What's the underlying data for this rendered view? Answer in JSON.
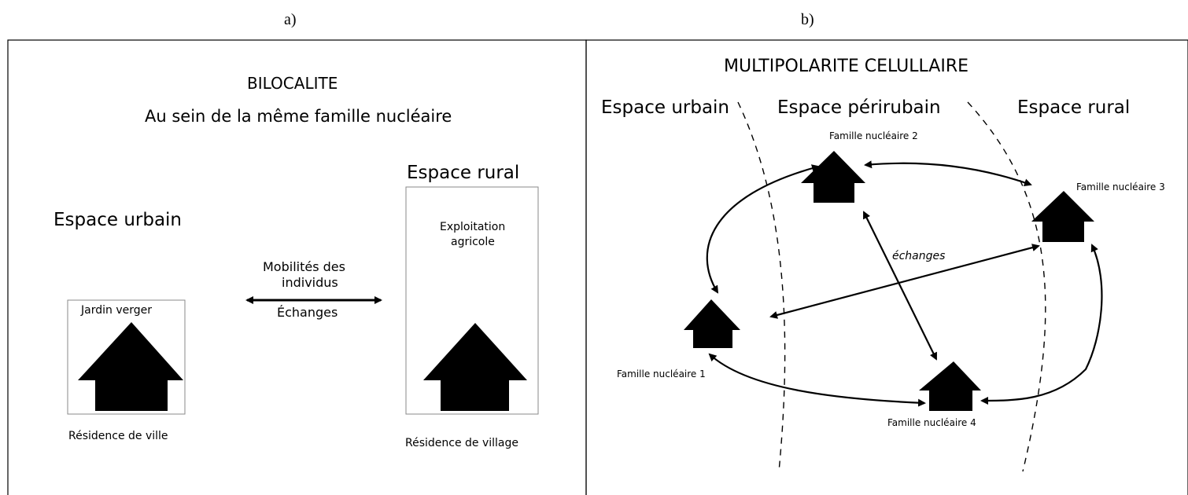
{
  "figure": {
    "label_a": "a)",
    "label_b": "b)"
  },
  "panel_a": {
    "title": "BILOCALITE",
    "subtitle": "Au sein de la même famille nucléaire",
    "urban_heading": "Espace urbain",
    "rural_heading": "Espace rural",
    "urban_box_label": "Jardin verger",
    "rural_box_label_line1": "Exploitation",
    "rural_box_label_line2": "agricole",
    "arrow_label_line1": "Mobilités des",
    "arrow_label_line2": "individus",
    "arrow_label_line3": "Échanges",
    "urban_caption": "Résidence de ville",
    "rural_caption": "Résidence de village"
  },
  "panel_b": {
    "title": "MULTIPOLARITE CELULLAIRE",
    "zone_urban": "Espace urbain",
    "zone_periurban": "Espace périrubain",
    "zone_rural": "Espace rural",
    "family_1": "Famille nucléaire 1",
    "family_2": "Famille nucléaire 2",
    "family_3": "Famille nucléaire 3",
    "family_4": "Famille nucléaire 4",
    "exchanges_label": "échanges"
  },
  "colors": {
    "ink": "#000000",
    "frame": "#000000",
    "box_border": "#888888",
    "text": "#222222"
  }
}
